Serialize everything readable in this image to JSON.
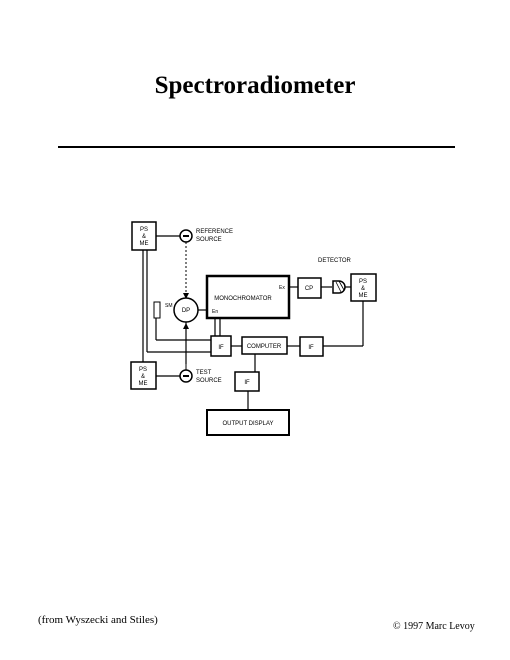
{
  "page": {
    "title": "Spectroradiometer",
    "credit": "(from Wyszecki and Stiles)",
    "copyright": "© 1997 Marc Levoy"
  },
  "diagram": {
    "ps_me_label_line1": "PS",
    "ps_me_label_line2": "&",
    "ps_me_label_line3": "ME",
    "reference_source_line1": "REFERENCE",
    "reference_source_line2": "SOURCE",
    "test_source_line1": "TEST",
    "test_source_line2": "SOURCE",
    "detector": "DETECTOR",
    "monochromator": "MONOCHROMATOR",
    "exit_slit": "Ex",
    "entrance_slit": "En",
    "cp": "CP",
    "dp": "DP",
    "if": "IF",
    "computer": "COMPUTER",
    "output_display": "OUTPUT DISPLAY",
    "sm": "SM"
  }
}
